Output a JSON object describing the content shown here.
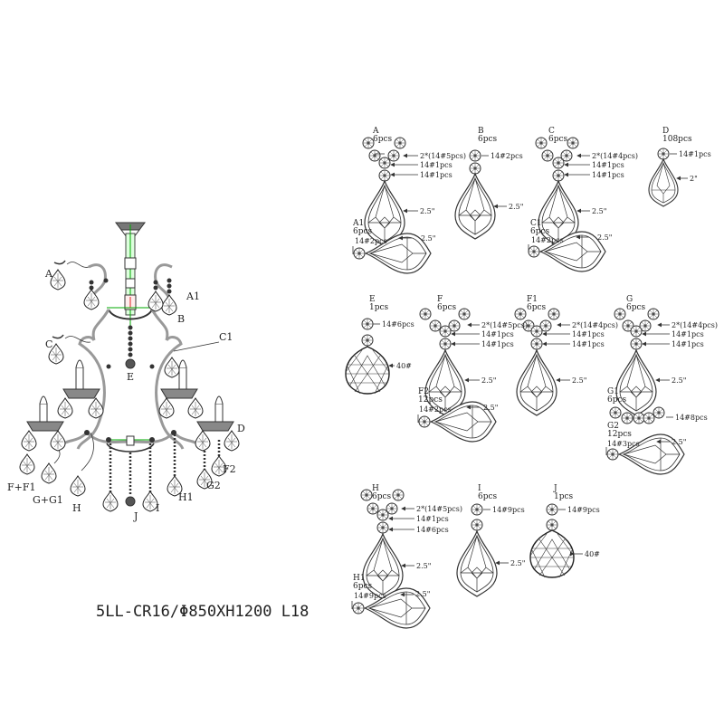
{
  "title": "5LL-CR16/Φ850XH1200 L18",
  "chandelier_labels": {
    "A": "A",
    "A1": "A1",
    "B": "B",
    "C": "C",
    "C1": "C1",
    "D": "D",
    "E": "E",
    "F_F1": "F+F1",
    "G_G1": "G+G1",
    "H": "H",
    "H1": "H1",
    "I": "I",
    "J": "J",
    "F2": "F2",
    "G2": "G2"
  },
  "parts": {
    "A": {
      "name": "A",
      "qty": "6pcs",
      "ann": [
        "2*(14#5pcs)",
        "14#1pcs",
        "14#1pcs",
        "2.5\""
      ]
    },
    "A1": {
      "name": "A1",
      "qty": "6pcs",
      "ann": [
        "14#2pcs",
        "2.5\""
      ]
    },
    "B": {
      "name": "B",
      "qty": "6pcs",
      "ann": [
        "14#2pcs",
        "2.5\""
      ]
    },
    "C": {
      "name": "C",
      "qty": "6pcs",
      "ann": [
        "2*(14#4pcs)",
        "14#1pcs",
        "14#1pcs",
        "2.5\""
      ]
    },
    "C1": {
      "name": "C1",
      "qty": "6pcs",
      "ann": [
        "14#2pcs",
        "2.5\""
      ]
    },
    "D": {
      "name": "D",
      "qty": "108pcs",
      "ann": [
        "14#1pcs",
        "2\""
      ]
    },
    "E": {
      "name": "E",
      "qty": "1pcs",
      "ann": [
        "14#6pcs",
        "40#"
      ]
    },
    "F": {
      "name": "F",
      "qty": "6pcs",
      "ann": [
        "2*(14#5pcs)",
        "14#1pcs",
        "14#1pcs",
        "2.5\""
      ]
    },
    "F1": {
      "name": "F1",
      "qty": "6pcs",
      "ann": [
        "2*(14#4pcs)",
        "14#1pcs",
        "14#1pcs",
        "2.5\""
      ]
    },
    "F2": {
      "name": "F2",
      "qty": "12pcs",
      "ann": [
        "14#2pcs",
        "2.5\""
      ]
    },
    "G": {
      "name": "G",
      "qty": "6pcs",
      "ann": [
        "2*(14#4pcs)",
        "14#1pcs",
        "14#1pcs",
        "2.5\""
      ]
    },
    "G1": {
      "name": "G1",
      "qty": "6pcs",
      "ann": [
        "14#8pcs"
      ]
    },
    "G2": {
      "name": "G2",
      "qty": "12pcs",
      "ann": [
        "14#3pcs",
        "2.5\""
      ]
    },
    "H": {
      "name": "H",
      "qty": "6pcs",
      "ann": [
        "2*(14#5pcs)",
        "14#1pcs",
        "14#6pcs",
        "2.5\""
      ]
    },
    "H1": {
      "name": "H1",
      "qty": "6pcs",
      "ann": [
        "14#9pcs",
        "2.5\""
      ]
    },
    "I": {
      "name": "I",
      "qty": "6pcs",
      "ann": [
        "14#9pcs",
        "2.5\""
      ]
    },
    "J": {
      "name": "J",
      "qty": "1pcs",
      "ann": [
        "14#9pcs",
        "40#"
      ]
    }
  }
}
